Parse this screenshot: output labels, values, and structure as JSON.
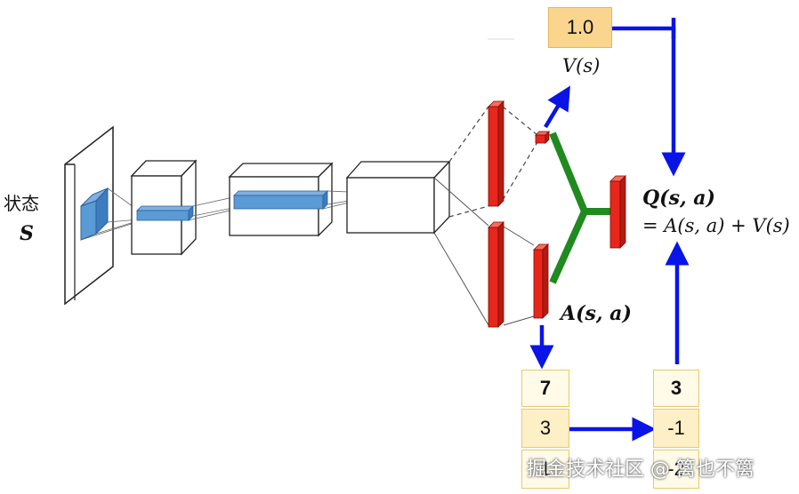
{
  "labels": {
    "state_cn": "状态",
    "state_symbol": "S",
    "value_fn": "V(s)",
    "advantage_fn": "A(s, a)",
    "q_line1": "Q(s, a)",
    "q_line2": "= A(s, a) + V(s)"
  },
  "value_box": "1.0",
  "advantage_column": [
    "7",
    "3",
    "1"
  ],
  "q_column": [
    "3",
    "-1",
    "-2"
  ],
  "watermark": "掘金技术社区 @ 篱也不篱",
  "colors": {
    "arrow": "#0a14e6",
    "stream": "#1f8a1f",
    "neuron": "#e8261c",
    "feature_map": "#5b9bd5",
    "value_box": "#f9d58e"
  }
}
